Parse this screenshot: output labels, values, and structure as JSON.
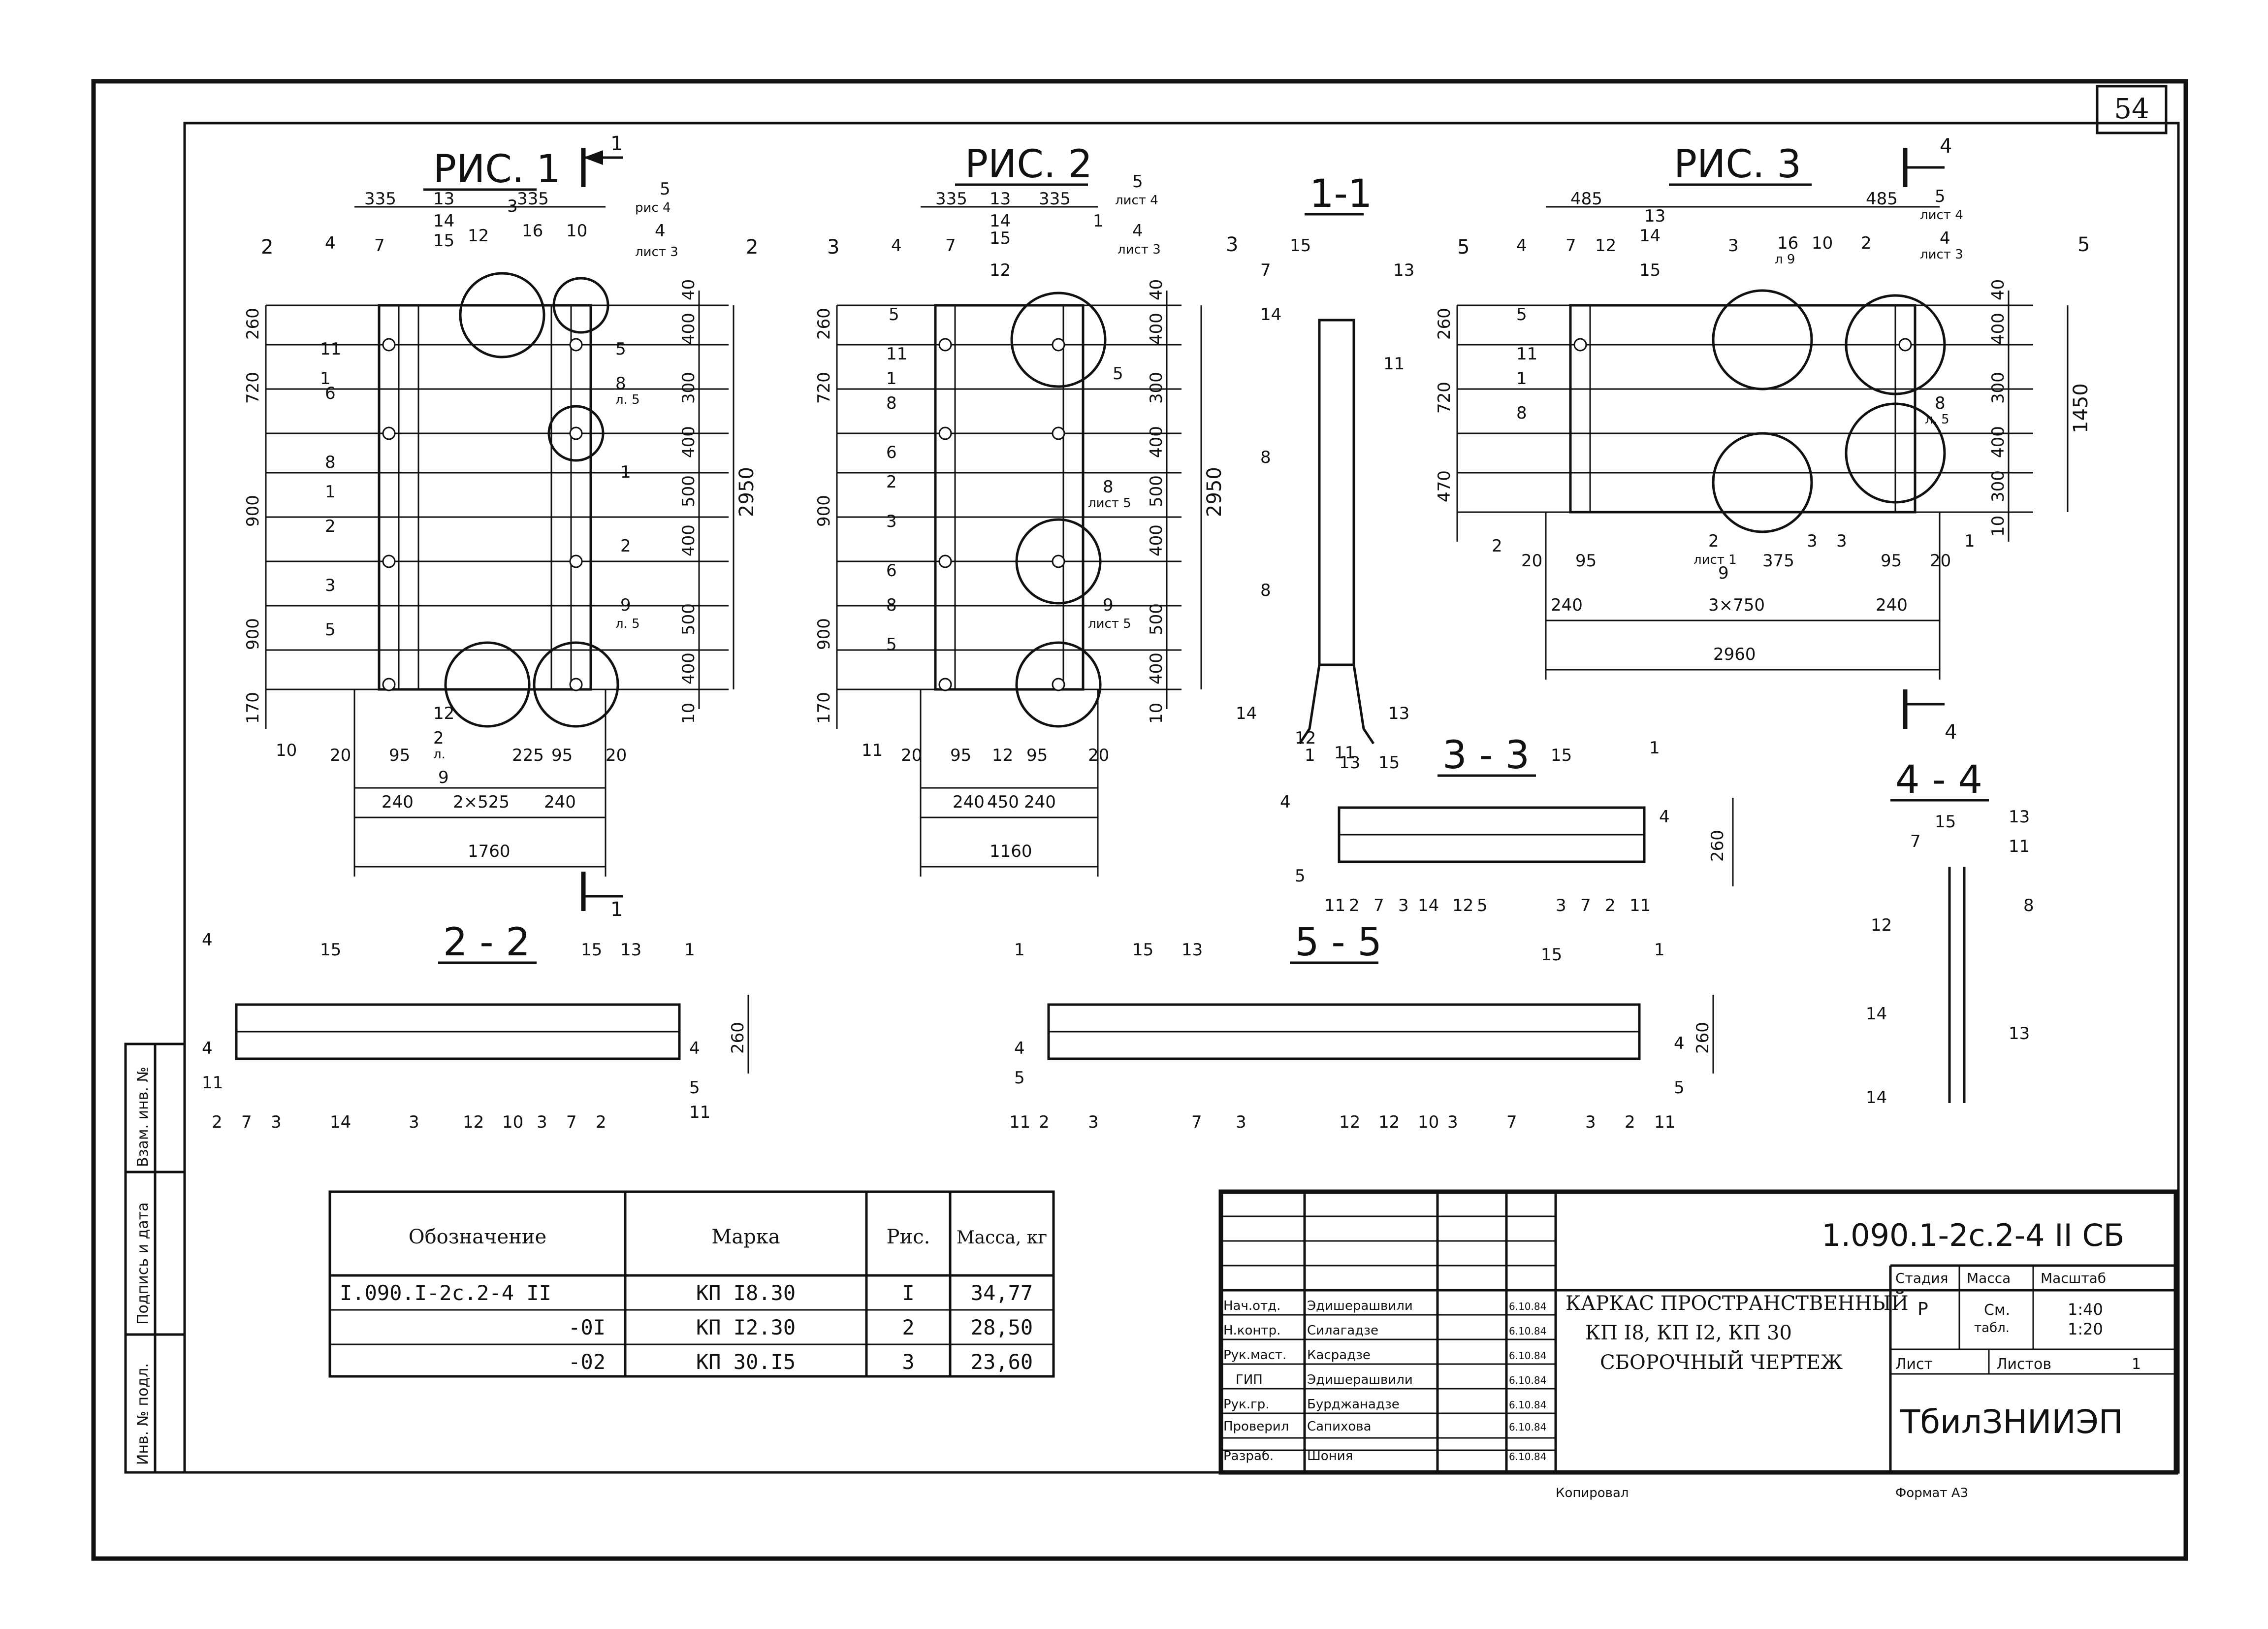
{
  "sheet_no": "54",
  "figures": {
    "fig1": {
      "title": "РИС. 1",
      "section_mark": "1",
      "top_dims": [
        "335",
        "13",
        "335"
      ],
      "top_callouts": [
        "2",
        "4",
        "7",
        "14",
        "15",
        "3",
        "16",
        "10",
        "12",
        "5",
        "рис 4",
        "4",
        "лист 3",
        "2"
      ],
      "left_dims": [
        "260",
        "720",
        "900",
        "900",
        "170"
      ],
      "right_dims": [
        "40",
        "400",
        "300",
        "400",
        "500",
        "400",
        "500",
        "400",
        "10"
      ],
      "overall_h": "2950",
      "bottom_dims": [
        "20",
        "95",
        "225",
        "95",
        "20"
      ],
      "bottom2": [
        "240",
        "2×525",
        "240"
      ],
      "overall_w": "1760",
      "left_callouts": [
        "11",
        "1",
        "6",
        "8",
        "1",
        "2",
        "3",
        "5",
        "10"
      ],
      "right_callouts": [
        "5",
        "8",
        "л. 5",
        "1",
        "2",
        "9",
        "л. 5"
      ],
      "circle_callouts": [
        "12",
        "2",
        "л.",
        "9"
      ]
    },
    "fig2": {
      "title": "РИС. 2",
      "top_dims": [
        "335",
        "13",
        "335"
      ],
      "top_callouts": [
        "3",
        "4",
        "7",
        "14",
        "15",
        "12",
        "5",
        "лист 4",
        "4",
        "лист 3",
        "1",
        "3"
      ],
      "left_dims": [
        "260",
        "720",
        "900",
        "900",
        "170"
      ],
      "right_dims": [
        "40",
        "400",
        "300",
        "400",
        "500",
        "400",
        "500",
        "400",
        "10"
      ],
      "overall_h": "2950",
      "bottom_dims": [
        "20",
        "95",
        "12",
        "95",
        "20"
      ],
      "bottom2": [
        "240",
        "450",
        "240"
      ],
      "overall_w": "1160",
      "left_callouts": [
        "5",
        "11",
        "1",
        "8",
        "6",
        "2",
        "3",
        "6",
        "8",
        "5",
        "11"
      ],
      "right_callouts": [
        "5",
        "8",
        "лист 5",
        "9",
        "лист 5"
      ]
    },
    "fig3": {
      "title": "РИС. 3",
      "section_mark": "4",
      "top_dims": [
        "485",
        "13",
        "485"
      ],
      "top_callouts": [
        "5",
        "4",
        "7",
        "12",
        "14",
        "15",
        "3",
        "16",
        "л 9",
        "10",
        "2",
        "5",
        "лист 4",
        "4",
        "лист 3",
        "5"
      ],
      "left_dims": [
        "260",
        "720",
        "470"
      ],
      "right_dims": [
        "40",
        "400",
        "300",
        "400",
        "300",
        "10"
      ],
      "overall_h": "1450",
      "bottom_dims": [
        "20",
        "95",
        "375",
        "95",
        "20"
      ],
      "bottom2": [
        "240",
        "3×750",
        "240"
      ],
      "overall_w": "2960",
      "left_callouts": [
        "5",
        "11",
        "1",
        "8",
        "2"
      ],
      "right_callouts": [
        "8",
        "л. 5",
        "1"
      ],
      "bottom_callouts": [
        "2",
        "лист 1",
        "9",
        "3",
        "3"
      ]
    }
  },
  "sections": {
    "s11": {
      "title": "1-1",
      "callouts": [
        "15",
        "7",
        "13",
        "14",
        "11",
        "8",
        "8",
        "14",
        "12",
        "11",
        "13"
      ]
    },
    "s22": {
      "title": "2 - 2",
      "dim": "260",
      "callouts": [
        "4",
        "15",
        "15",
        "13",
        "1",
        "4",
        "11",
        "4",
        "5",
        "11",
        "2",
        "7",
        "3",
        "14",
        "3",
        "12",
        "10",
        "3",
        "7",
        "2"
      ]
    },
    "s33": {
      "title": "3 - 3",
      "dim": "260",
      "callouts": [
        "1",
        "13",
        "15",
        "15",
        "1",
        "4",
        "4",
        "5",
        "11",
        "2",
        "7",
        "3",
        "14",
        "12",
        "5",
        "3",
        "7",
        "2",
        "11"
      ]
    },
    "s44": {
      "title": "4 - 4",
      "callouts": [
        "15",
        "13",
        "7",
        "11",
        "12",
        "8",
        "14",
        "13",
        "14"
      ]
    },
    "s55": {
      "title": "5 - 5",
      "dim": "260",
      "callouts": [
        "1",
        "15",
        "13",
        "15",
        "1",
        "4",
        "4",
        "5",
        "5",
        "11",
        "2",
        "3",
        "7",
        "3",
        "12",
        "12",
        "10",
        "3",
        "7",
        "3",
        "2",
        "11"
      ]
    }
  },
  "spec_table": {
    "headers": [
      "Обозначение",
      "Марка",
      "Рис.",
      "Масса, кг"
    ],
    "rows": [
      [
        "I.090.I-2c.2-4 II",
        "КП I8.30",
        "I",
        "34,77"
      ],
      [
        "-0I",
        "КП I2.30",
        "2",
        "28,50"
      ],
      [
        "-02",
        "КП 30.I5",
        "3",
        "23,60"
      ]
    ]
  },
  "side_stamp": [
    "Взам. инв. №",
    "Подпись и дата",
    "Инв. № подл."
  ],
  "title_block": {
    "code": "1.090.1-2с.2-4 ІІ СБ",
    "name_lines": [
      "КАРКАС ПРОСТРАНСТВЕННЫЙ",
      "КП I8, КП I2, КП 30",
      "СБОРОЧНЫЙ ЧЕРТЕЖ"
    ],
    "stage_header": [
      "Стадия",
      "Масса",
      "Масштаб"
    ],
    "stage": "Р",
    "mass": [
      "См.",
      "табл."
    ],
    "scale": [
      "1:40",
      "1:20"
    ],
    "sheet_label": "Лист",
    "sheets_label": "Листов",
    "sheets": "1",
    "org": "ТбилЗНИИЭП",
    "people": [
      {
        "role": "Нач.отд.",
        "name": "Эдишерашвили",
        "date": "6.10.84"
      },
      {
        "role": "Н.контр.",
        "name": "Силагадзе",
        "date": "6.10.84"
      },
      {
        "role": "Рук.маст.",
        "name": "Касрадзе",
        "date": "6.10.84"
      },
      {
        "role": "ГИП",
        "name": "Эдишерашвили",
        "date": "6.10.84"
      },
      {
        "role": "Рук.гр.",
        "name": "Бурджанадзе",
        "date": "6.10.84"
      },
      {
        "role": "Проверил",
        "name": "Сапихова",
        "date": "6.10.84"
      },
      {
        "role": "Разраб.",
        "name": "Шония",
        "date": "6.10.84"
      }
    ]
  },
  "footer": {
    "copied": "Копировал",
    "format": "Формат А3"
  }
}
